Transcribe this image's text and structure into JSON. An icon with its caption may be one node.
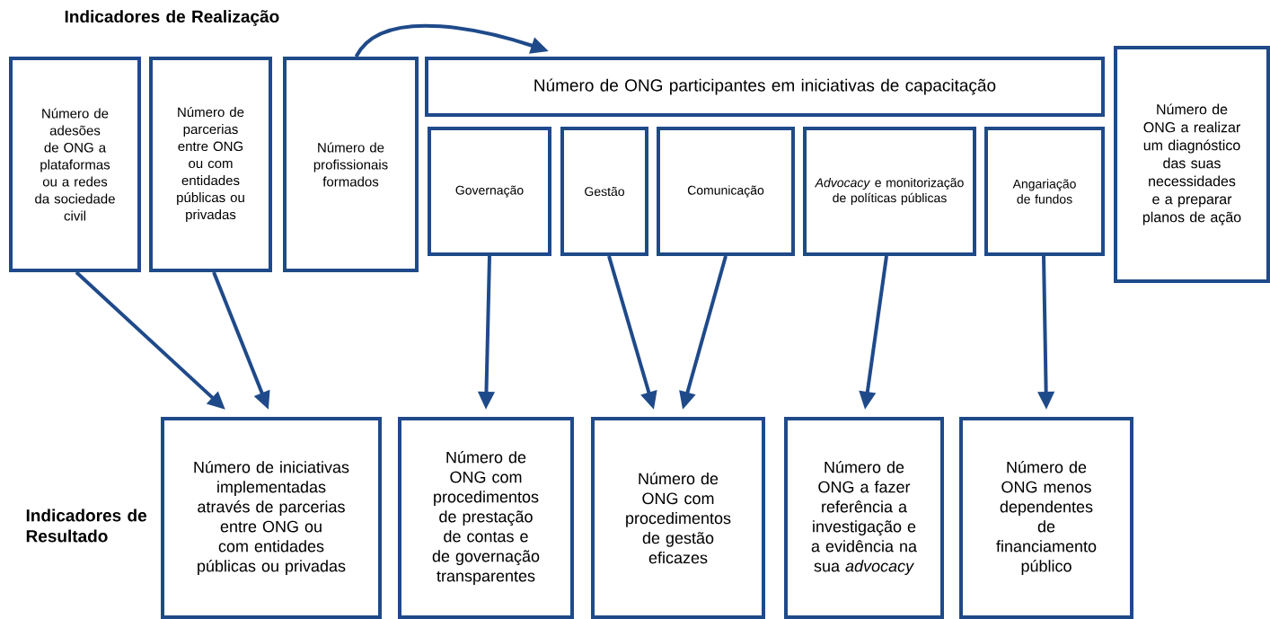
{
  "diagram": {
    "nodes": [
      {
        "text": [
          "Número de adesões de ONG a plataformas ou a redes da sociedade civil"
        ]
      },
      {
        "text": [
          "Número de parcerias entre ONG ou com entidades públicas ou privadas"
        ]
      },
      {
        "text": [
          "Número de profissionais formados"
        ]
      },
      {
        "text": [
          "Número de ONG participantes em iniciativas de capacitação"
        ]
      },
      {
        "text": [
          "Governação"
        ]
      },
      {
        "text": [
          "Gestão"
        ]
      },
      {
        "text": [
          "Comunicação"
        ]
      },
      {
        "text": [
          "*Advocacy* e monitorização de políticas públicas"
        ]
      },
      {
        "text": [
          "Angariação de fundos"
        ]
      },
      {
        "text": [
          "Número de ONG a realizar um diagnóstico das suas necessidades e a preparar planos de ação"
        ]
      },
      {
        "text": [
          "Número de iniciativas implementadas através de parcerias entre ONG ou com entidades públicas ou privadas"
        ]
      },
      {
        "text": [
          "Número de ONG com procedimentos de prestação de contas e de governação transparentes"
        ]
      },
      {
        "text": [
          "Número de ONG com procedimentos de gestão eficazes"
        ]
      },
      {
        "text": [
          "Número de ONG a fazer referência a investigação e a evidência na sua *advocacy*"
        ]
      },
      {
        "text": [
          "Número de ONG menos dependentes de financiamento público"
        ]
      }
    ],
    "edges": [
      {
        "from": 0,
        "to": 10,
        "arrow": "to"
      },
      {
        "from": 1,
        "to": 10,
        "arrow": "to"
      },
      {
        "from": 2,
        "to": 3,
        "arrow": "to"
      },
      {
        "from": 4,
        "to": 11,
        "arrow": "to"
      },
      {
        "from": 5,
        "to": 12,
        "arrow": "to"
      },
      {
        "from": 6,
        "to": 12,
        "arrow": "to"
      },
      {
        "from": 7,
        "to": 13,
        "arrow": "to"
      },
      {
        "from": 8,
        "to": 14,
        "arrow": "to"
      }
    ],
    "labels": [
      "Indicadores de Realização",
      "Indicadores de Resultado"
    ]
  }
}
